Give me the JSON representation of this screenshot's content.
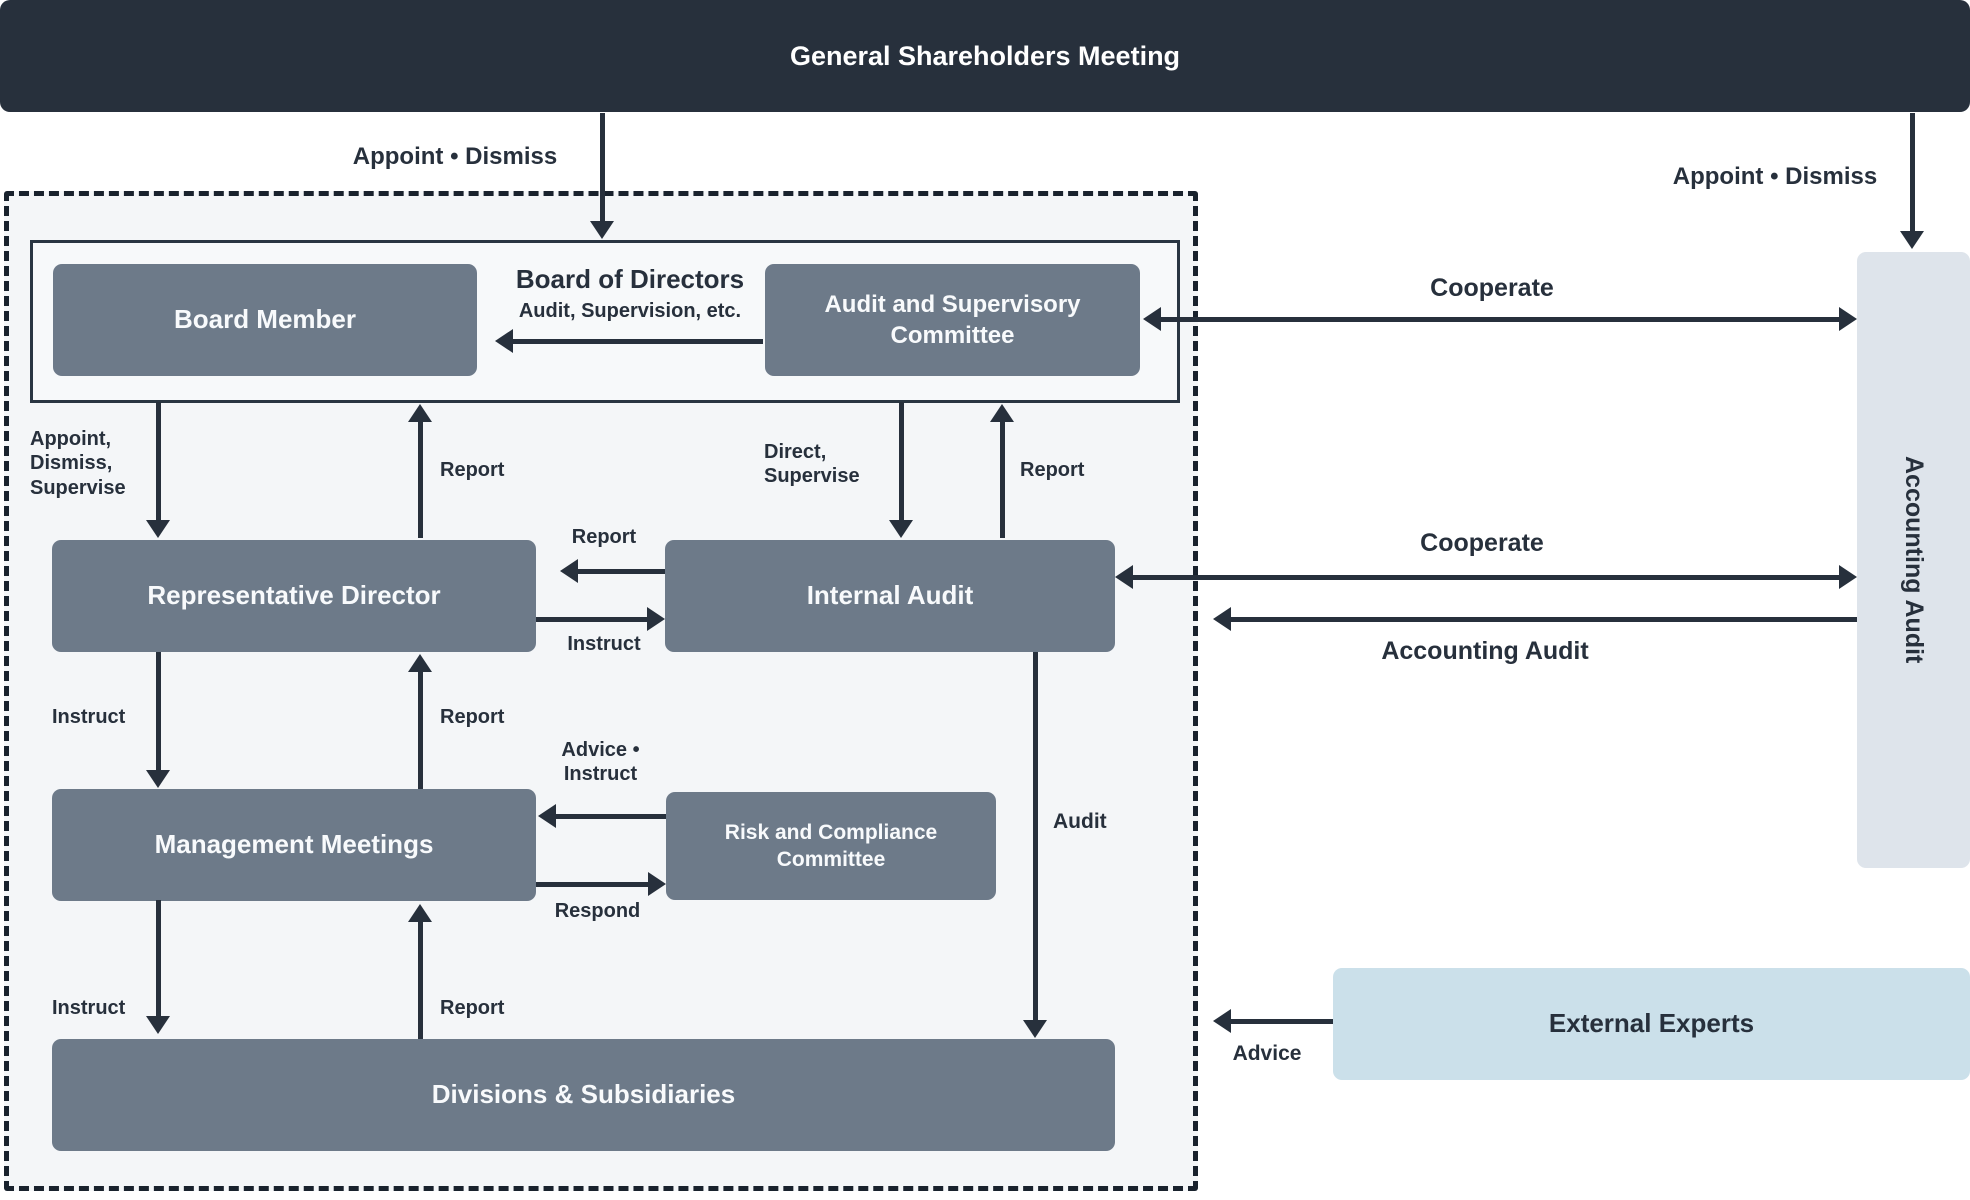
{
  "title": "General Shareholders Meeting",
  "colors": {
    "banner": "#27303C",
    "node_gray": "#6D7A89",
    "panel_bg": "#F4F6F8",
    "external_experts_bg": "#CBE0EA",
    "accounting_audit_bg": "#DEE4EB",
    "arrow": "#27303C",
    "node_text": "#F8FAFC"
  },
  "nodes": {
    "board_member": "Board Member",
    "bod_title": "Board of Directors",
    "bod_subtitle": "Audit, Supervision, etc.",
    "audit_supervisory_committee": "Audit and Supervisory Committee",
    "representative_director": "Representative Director",
    "internal_audit": "Internal Audit",
    "management_meetings": "Management Meetings",
    "risk_compliance_committee": "Risk and Compliance Committee",
    "divisions_subsidiaries": "Divisions & Subsidiaries",
    "external_experts": "External Experts",
    "accounting_audit": "Accounting Audit"
  },
  "labels": {
    "appoint_dismiss_left": "Appoint • Dismiss",
    "appoint_dismiss_right": "Appoint • Dismiss",
    "appoint_dismiss_supervise": "Appoint,\nDismiss,\nSupervise",
    "direct_supervise": "Direct,\nSupervise",
    "report": "Report",
    "instruct": "Instruct",
    "cooperate": "Cooperate",
    "accounting_audit_arrow": "Accounting Audit",
    "advice_instruct": "Advice •\nInstruct",
    "respond": "Respond",
    "audit": "Audit",
    "advice": "Advice"
  }
}
